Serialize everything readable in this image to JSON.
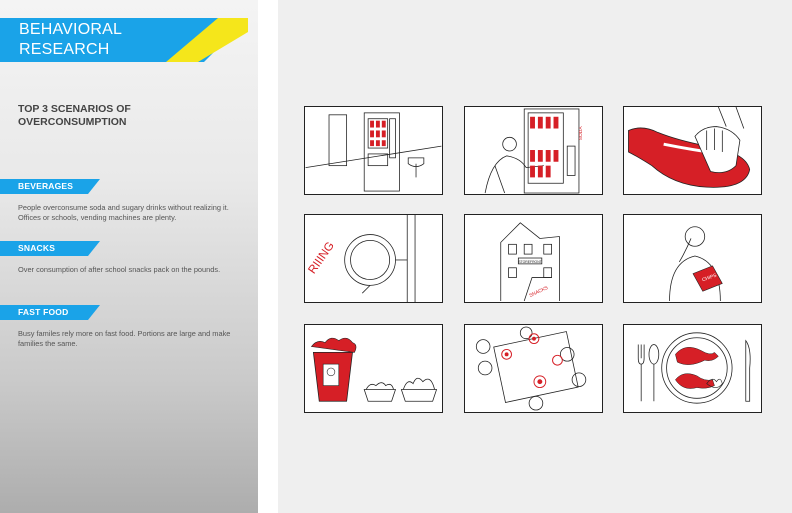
{
  "title": {
    "line1": "BEHAVIORAL",
    "line2": "RESEARCH"
  },
  "heading": {
    "line1": "TOP 3 SCENARIOS OF",
    "line2": "OVERCONSUMPTION"
  },
  "sections": [
    {
      "label": "BEVERAGES",
      "text": "People overconsume soda and sugary drinks without realizing it.  Offices or schools, vending machines are plenty."
    },
    {
      "label": "SNACKS",
      "text": "Over consumption of after school snacks pack on the pounds."
    },
    {
      "label": "FAST FOOD",
      "text": "Busy familes rely more on fast food. Portions are large and make families the same."
    }
  ],
  "storyboard": {
    "soda_sign": "SODA",
    "ring_text": "RIIING",
    "chips_text": "CHIPS",
    "house_sign": "STOREFRONT",
    "snack_text": "SNACKS"
  },
  "colors": {
    "blue": "#1aa3e8",
    "yellow": "#f5e61b",
    "red": "#d61f26"
  }
}
